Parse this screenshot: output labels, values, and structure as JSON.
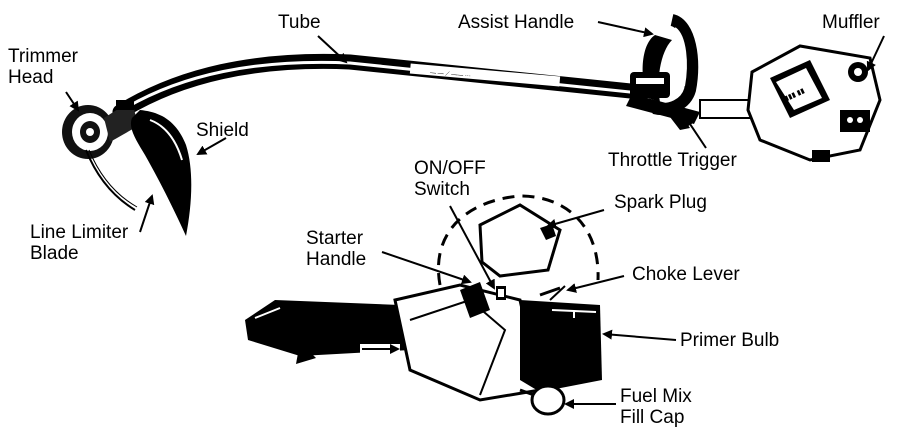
{
  "labels": {
    "trimmer_head": [
      "Trimmer",
      "Head"
    ],
    "tube": "Tube",
    "assist_handle": "Assist Handle",
    "muffler": "Muffler",
    "shield": "Shield",
    "throttle_trigger": "Throttle Trigger",
    "on_off_switch": [
      "ON/OFF",
      "Switch"
    ],
    "spark_plug": "Spark Plug",
    "line_limiter_blade": [
      "Line Limiter",
      "Blade"
    ],
    "starter_handle": [
      "Starter",
      "Handle"
    ],
    "choke_lever": "Choke Lever",
    "primer_bulb": "Primer Bulb",
    "fuel_mix_fill_cap": [
      "Fuel Mix",
      "Fill Cap"
    ]
  },
  "colors": {
    "ink": "#000000",
    "paper": "#ffffff",
    "shade": "#1a1a1a"
  }
}
